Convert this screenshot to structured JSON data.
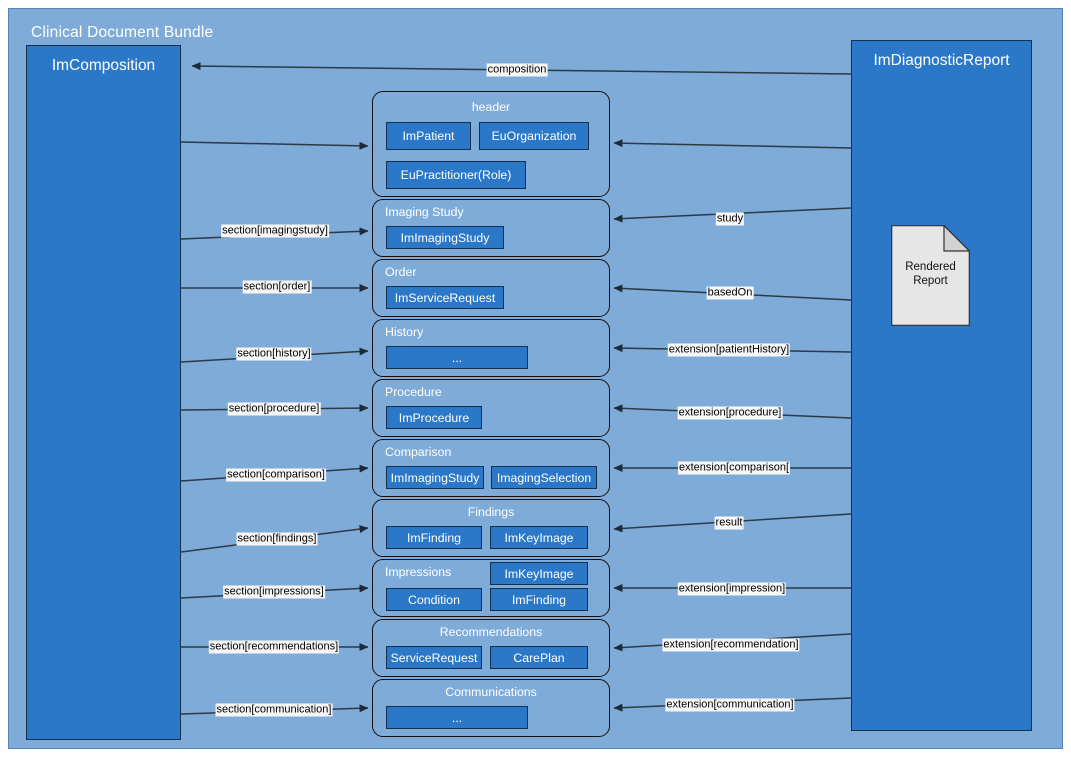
{
  "diagram": {
    "title": "Clinical Document Bundle",
    "colors": {
      "panel_bg": "#7fabd9",
      "entity_blue": "#2b78c9",
      "border_dark": "#12314f",
      "label_bg": "#f7f7f7",
      "doc_icon_fill": "#e6e6e6"
    }
  },
  "left_pillar": {
    "title": "ImComposition"
  },
  "right_pillar": {
    "title": "ImDiagnosticReport",
    "doc_icon": {
      "name": "rendered-report-document-icon",
      "label_line1": "Rendered",
      "label_line2": "Report"
    }
  },
  "sections": [
    {
      "id": "header",
      "title": "header",
      "title_align": "center",
      "chips": [
        {
          "label": "ImPatient"
        },
        {
          "label": "EuOrganization"
        },
        {
          "label": "EuPractitioner(Role)"
        }
      ]
    },
    {
      "id": "imagingstudy",
      "title": "Imaging Study",
      "title_align": "left",
      "chips": [
        {
          "label": "ImImagingStudy"
        }
      ]
    },
    {
      "id": "order",
      "title": "Order",
      "title_align": "left",
      "chips": [
        {
          "label": "ImServiceRequest"
        }
      ]
    },
    {
      "id": "history",
      "title": "History",
      "title_align": "left",
      "chips": [
        {
          "label": "..."
        }
      ]
    },
    {
      "id": "procedure",
      "title": "Procedure",
      "title_align": "left",
      "chips": [
        {
          "label": "ImProcedure"
        }
      ]
    },
    {
      "id": "comparison",
      "title": "Comparison",
      "title_align": "left",
      "chips": [
        {
          "label": "ImImagingStudy"
        },
        {
          "label": "ImagingSelection"
        }
      ]
    },
    {
      "id": "findings",
      "title": "Findings",
      "title_align": "center",
      "chips": [
        {
          "label": "ImFinding"
        },
        {
          "label": "ImKeyImage"
        }
      ]
    },
    {
      "id": "impressions",
      "title": "Impressions",
      "title_align": "left",
      "chips": [
        {
          "label": "ImKeyImage"
        },
        {
          "label": "Condition"
        },
        {
          "label": "ImFinding"
        }
      ]
    },
    {
      "id": "recommendations",
      "title": "Recommendations",
      "title_align": "center",
      "chips": [
        {
          "label": "ServiceRequest"
        },
        {
          "label": "CarePlan"
        }
      ]
    },
    {
      "id": "communications",
      "title": "Communications",
      "title_align": "center",
      "chips": [
        {
          "label": "..."
        }
      ]
    }
  ],
  "edges_left": [
    {
      "label": "section[imagingstudy]"
    },
    {
      "label": "section[order]"
    },
    {
      "label": "section[history]"
    },
    {
      "label": "section[procedure]"
    },
    {
      "label": "section[comparison]"
    },
    {
      "label": "section[findings]"
    },
    {
      "label": "section[impressions]"
    },
    {
      "label": "section[recommendations]"
    },
    {
      "label": "section[communication]"
    }
  ],
  "edges_right": [
    {
      "label": "composition"
    },
    {
      "label": "study"
    },
    {
      "label": "basedOn"
    },
    {
      "label": "extension[patientHistory]"
    },
    {
      "label": "extension[procedure]"
    },
    {
      "label": "extension[comparison["
    },
    {
      "label": "result"
    },
    {
      "label": "extension[impression]"
    },
    {
      "label": "extension[recommendation]"
    },
    {
      "label": "extension[communication]"
    }
  ]
}
